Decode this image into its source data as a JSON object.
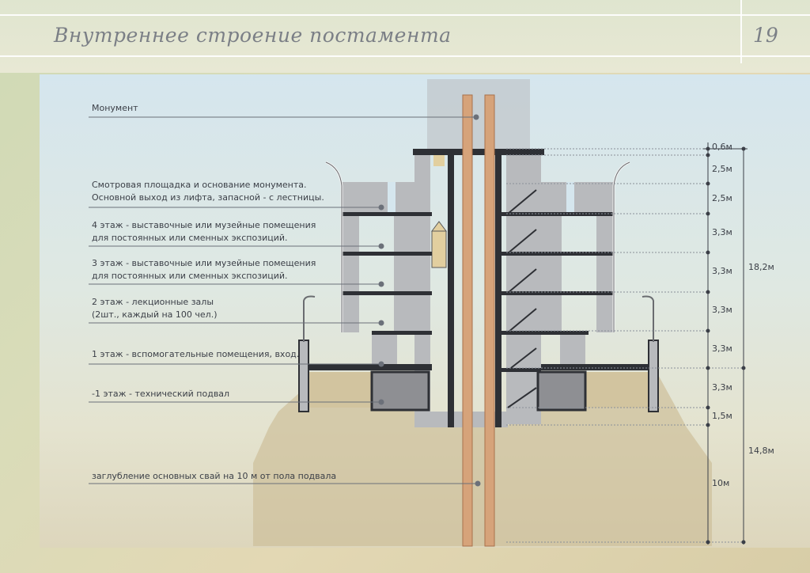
{
  "header": {
    "title": "Внутреннее строение постамента",
    "page_number": "19"
  },
  "labels": {
    "monument": "Монумент",
    "platform_1": "Смотровая площадка и основание монумента.",
    "platform_2": "Основной выход из лифта, запасной - с лестницы.",
    "floor4_1": "4 этаж - выставочные или музейные помещения",
    "floor4_2": "для постоянных или сменных экспозиций.",
    "floor3_1": "3 этаж - выставочные или музейные помещения",
    "floor3_2": "для постоянных или сменных экспозиций.",
    "floor2_1": "2 этаж - лекционные залы",
    "floor2_2": "(2шт., каждый на 100 чел.)",
    "floor1": "1 этаж - вспомогательные помещения, вход.",
    "basement": "-1 этаж - технический подвал",
    "piles": "заглубление основных свай на 10 м от пола подвала"
  },
  "dimensions": {
    "d1": "0,6м",
    "d2": "2,5м",
    "d3": "2,5м",
    "d4": "3,3м",
    "d5": "3,3м",
    "d6": "3,3м",
    "d7": "3,3м",
    "d8": "3,3м",
    "d9": "1,5м",
    "d10": "10м",
    "total_above": "18,2м",
    "total_below": "14,8м"
  }
}
